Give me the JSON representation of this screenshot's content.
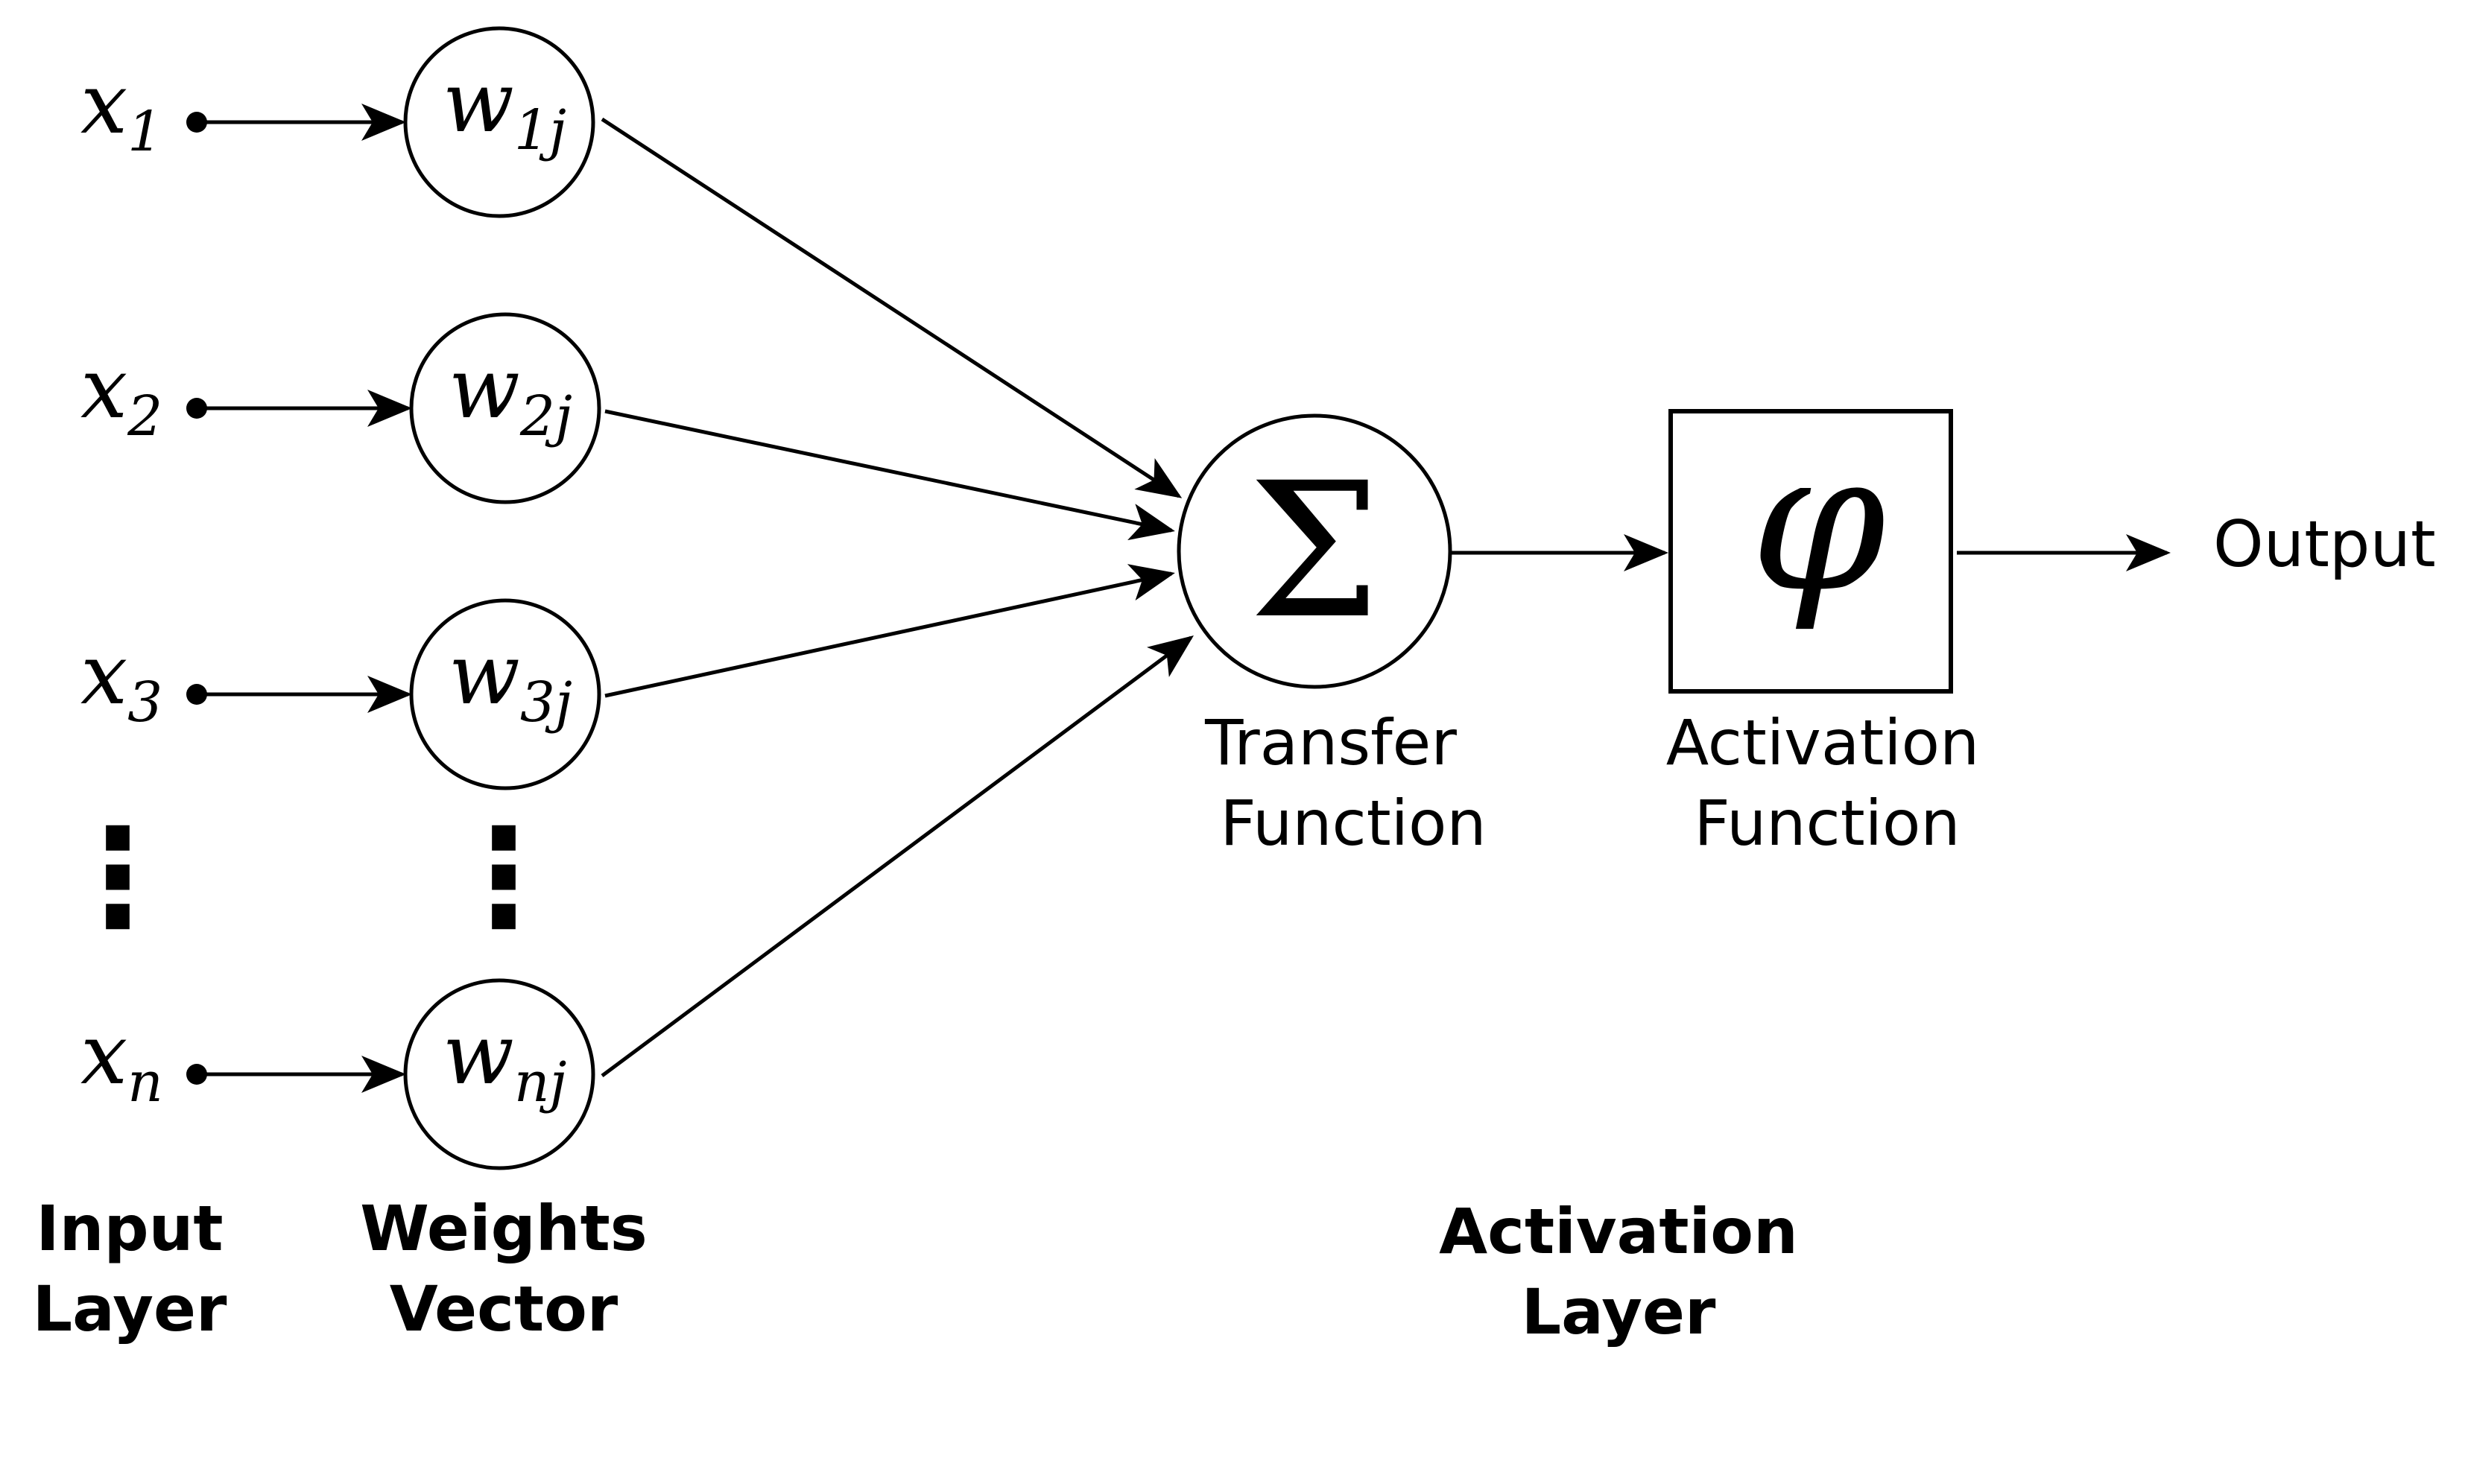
{
  "colors": {
    "ink": "#000000",
    "background": "#ffffff"
  },
  "inputs": [
    {
      "var": "x",
      "sub": "1"
    },
    {
      "var": "x",
      "sub": "2"
    },
    {
      "var": "x",
      "sub": "3"
    },
    {
      "var": "x",
      "sub": "n"
    }
  ],
  "weights": [
    {
      "var": "w",
      "sub": "1j"
    },
    {
      "var": "w",
      "sub": "2j"
    },
    {
      "var": "w",
      "sub": "3j"
    },
    {
      "var": "w",
      "sub": "nj"
    }
  ],
  "ellipsis": "⋮",
  "transfer": {
    "symbol": "Σ",
    "label_line1": "Transfer",
    "label_line2": "Function"
  },
  "activation": {
    "symbol": "φ",
    "label_line1": "Activation",
    "label_line2": "Function"
  },
  "output_label": "Output",
  "layer_labels": {
    "input_line1": "Input",
    "input_line2": "Layer",
    "weights_line1": "Weights",
    "weights_line2": "Vector",
    "activation_line1": "Activation",
    "activation_line2": "Layer"
  }
}
